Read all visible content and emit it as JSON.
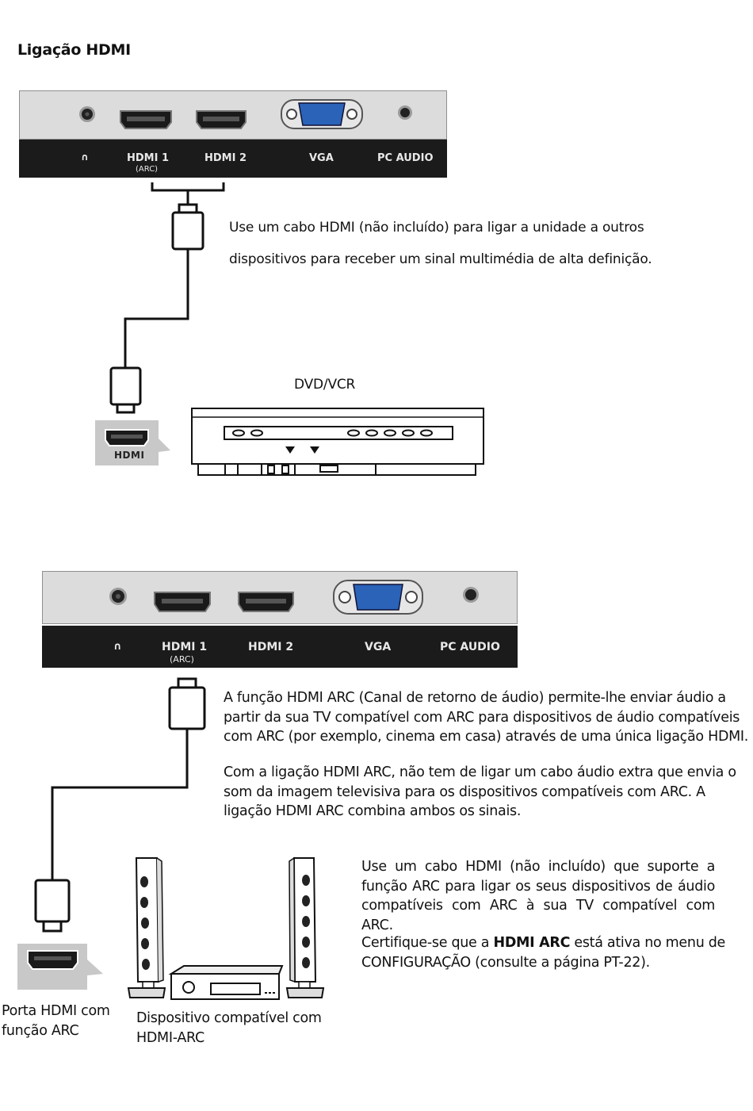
{
  "title": "Ligação HDMI",
  "panel1": {
    "labels": {
      "hdmi1": "HDMI 1",
      "hdmi1_sub": "(ARC)",
      "hdmi2": "HDMI 2",
      "vga": "VGA",
      "pc_audio": "PC AUDIO"
    },
    "headphone_icon": "headphone-icon"
  },
  "section1": {
    "text_line1": "Use um cabo HDMI (não incluído) para ligar a unidade a outros",
    "text_line2": "dispositivos para receber um sinal multimédia de alta definição.",
    "device_label": "DVD/VCR",
    "port_label": "HDMI"
  },
  "panel2": {
    "labels": {
      "hdmi1": "HDMI 1",
      "hdmi1_sub": "(ARC)",
      "hdmi2": "HDMI 2",
      "vga": "VGA",
      "pc_audio": "PC AUDIO"
    },
    "headphone_icon": "headphone-icon"
  },
  "section2": {
    "para1": "A função HDMI ARC (Canal de retorno de áudio) permite-lhe enviar áudio a partir da sua TV compatível com ARC para dispositivos de áudio compatíveis com ARC (por exemplo, cinema em casa) através de uma única ligação HDMI.",
    "para2": "Com a ligação HDMI ARC, não tem de ligar um cabo áudio extra que envia o som da imagem televisiva para os dispositivos compatíveis com ARC. A ligação HDMI ARC combina ambos os sinais.",
    "para3": "Use um cabo HDMI (não incluído) que suporte a função ARC para ligar os seus dispositivos de áudio compatíveis com ARC à sua TV compatível com ARC.",
    "para4_prefix": "Certifique-se que a ",
    "para4_bold": "HDMI ARC",
    "para4_suffix": " está ativa no menu de CONFIGURAÇÃO (consulte a página PT-22).",
    "port_caption": "Porta HDMI com função ARC",
    "device_caption": "Dispositivo compatível com HDMI-ARC"
  }
}
